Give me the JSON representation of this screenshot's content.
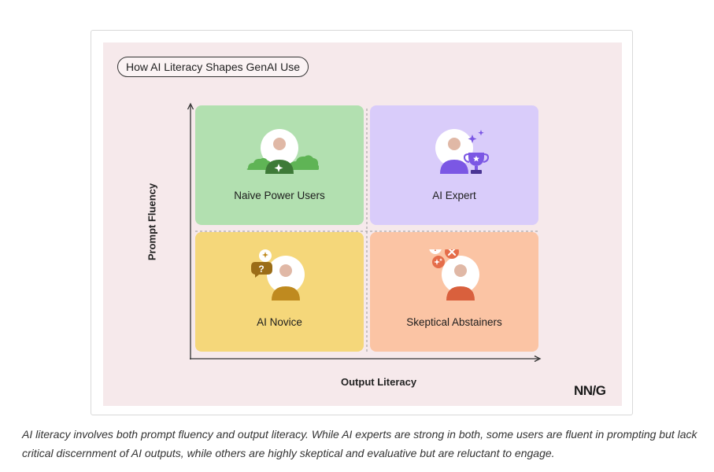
{
  "figure": {
    "title": "How AI Literacy Shapes GenAI Use",
    "y_axis_label": "Prompt Fluency",
    "x_axis_label": "Output Literacy",
    "logo": "NN/G",
    "quadrants": [
      {
        "label": "Naive Power Users",
        "color": "#b2e0b0",
        "icon": "user-with-sparkle-and-clouds-icon"
      },
      {
        "label": "AI Expert",
        "color": "#d9ccfa",
        "icon": "user-with-trophy-icon"
      },
      {
        "label": "AI Novice",
        "color": "#f5d77a",
        "icon": "user-with-question-bubble-icon"
      },
      {
        "label": "Skeptical Abstainers",
        "color": "#fbc4a4",
        "icon": "user-with-warning-icons"
      }
    ]
  },
  "caption": "AI literacy involves both prompt fluency and output literacy. While AI experts are strong in both, some users are fluent in prompting but lack critical discernment of AI outputs, while others are highly skeptical and evaluative but are reluctant to engage."
}
